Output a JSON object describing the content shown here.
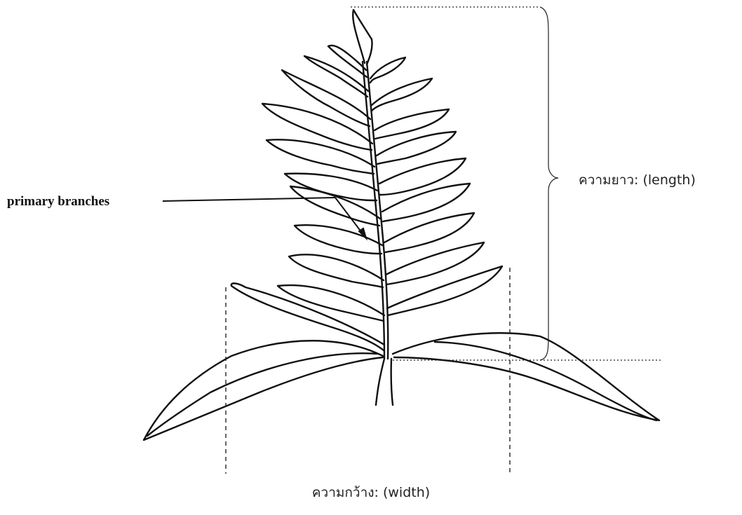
{
  "labels": {
    "primary_branches": "primary branches",
    "length": "ความยาว: (length)",
    "width": "ความกว้าง: (width)"
  },
  "colors": {
    "ink": "#111111",
    "background": "#ffffff"
  }
}
